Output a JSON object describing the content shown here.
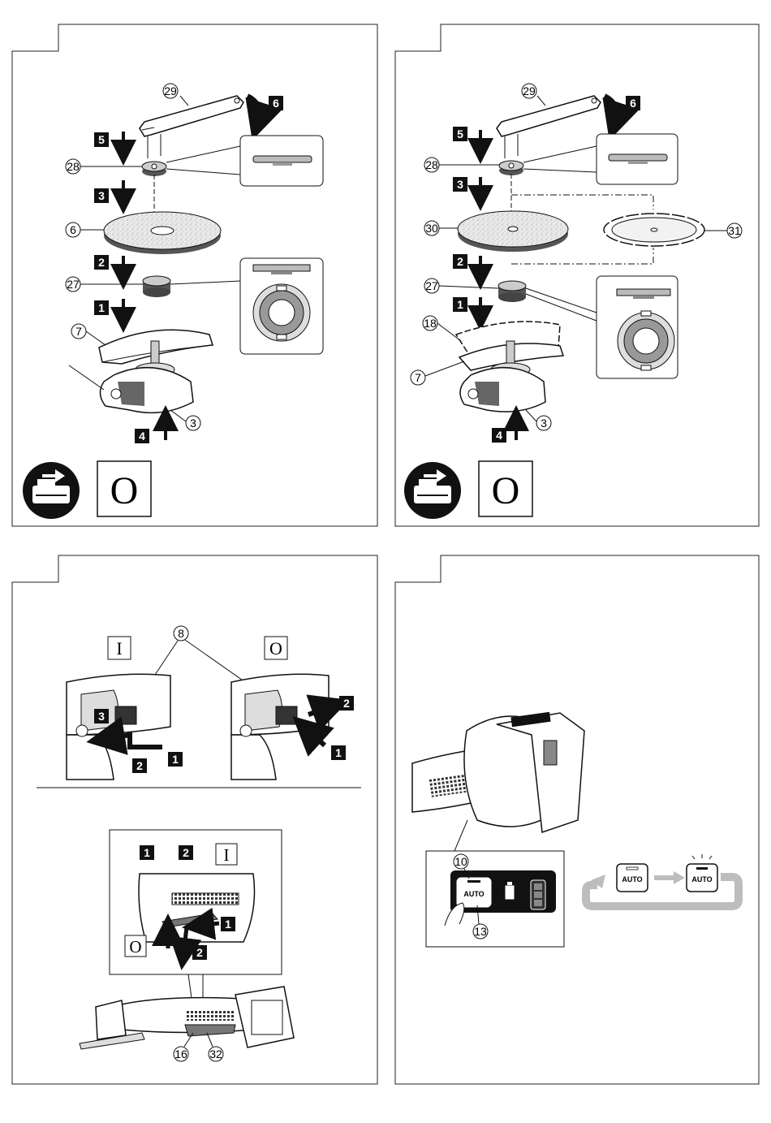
{
  "panel_a": {
    "callouts": {
      "wrench": "29",
      "flange_nut": "28",
      "wheel": "6",
      "inner_flange": "27",
      "guard": "7",
      "lock_button": "3"
    },
    "steps": {
      "s1": "1",
      "s2": "2",
      "s3": "3",
      "s4": "4",
      "s5": "5",
      "s6": "6"
    },
    "switch_symbol": "O"
  },
  "panel_b": {
    "callouts": {
      "wrench": "29",
      "flange_nut": "28",
      "wheel": "30",
      "diamond_wheel": "31",
      "inner_flange": "27",
      "guard_cover": "18",
      "guard": "7",
      "lock_button": "3"
    },
    "steps": {
      "s1": "1",
      "s2": "2",
      "s3": "3",
      "s4": "4",
      "s5": "5",
      "s6": "6"
    },
    "switch_symbol": "O"
  },
  "panel_c": {
    "callouts": {
      "switch": "8",
      "lever": "16",
      "lock_lever": "32"
    },
    "symbols": {
      "on": "I",
      "off": "O",
      "detail_on": "I",
      "detail_off": "O"
    },
    "steps": {
      "l1": "1",
      "l2": "2",
      "l3": "3",
      "r1": "1",
      "r2": "2",
      "d1": "1",
      "d2": "2",
      "di1": "1",
      "di2": "2"
    }
  },
  "panel_d": {
    "callouts": {
      "indicator": "10",
      "auto_button": "13"
    },
    "auto_label": "AUTO",
    "cycle": {
      "from": "AUTO",
      "to": "AUTO"
    }
  }
}
